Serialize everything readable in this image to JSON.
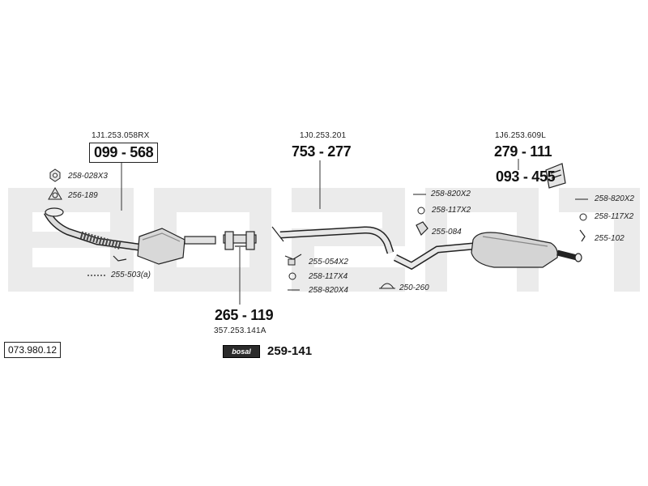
{
  "diagram_code": "073.980.12",
  "watermark": "bosal",
  "parts": {
    "front_pipe": {
      "oem": "1J1.253.058RX",
      "number": "099 - 568"
    },
    "center_pipe": {
      "oem": "1J0.253.201",
      "number": "753 - 277"
    },
    "rear_muffler": {
      "oem": "1J6.253.609L",
      "number": "279 - 111"
    },
    "heat_shield": {
      "number": "093 - 455"
    },
    "clamp": {
      "number": "265 - 119",
      "oem": "357.253.141A"
    },
    "assembly_paste": {
      "badge": "bosal",
      "number": "259-141"
    }
  },
  "fittings": {
    "nut": "258-028X3",
    "gasket": "256-189",
    "mount_front": "255-503(a)",
    "hanger_center": "255-054X2",
    "ring_center": "258-117X4",
    "bolt_center": "258-820X4",
    "bolt_mid": "258-820X2",
    "ring_mid": "258-117X2",
    "hanger_mid": "255-084",
    "clamp_ring": "250-260",
    "bolt_rear": "258-820X2",
    "ring_rear": "258-117X2",
    "hanger_rear": "255-102"
  }
}
